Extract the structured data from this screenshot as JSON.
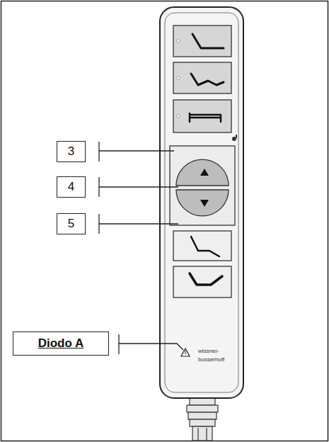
{
  "diagram": {
    "labels": [
      "3",
      "4",
      "5",
      "Diodo A",
      "wissner- bosserhoff"
    ]
  }
}
